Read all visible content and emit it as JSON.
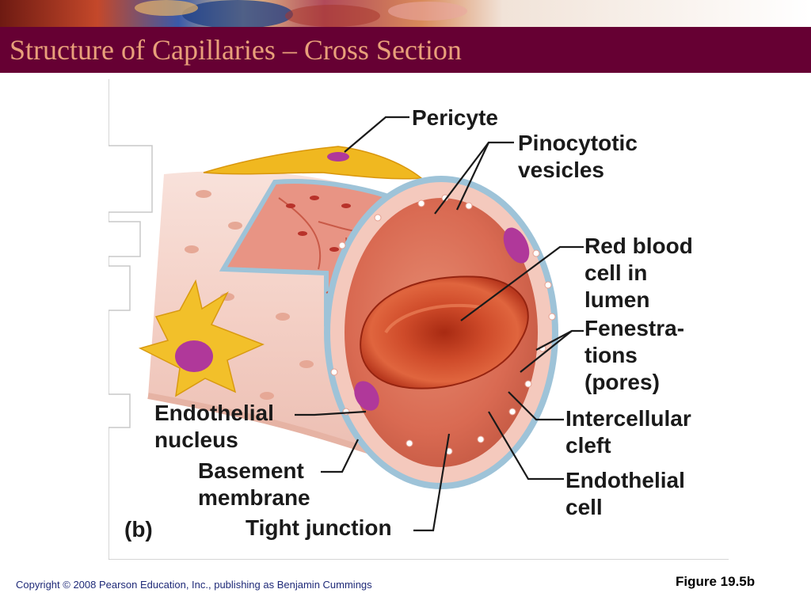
{
  "slide": {
    "title": "Structure of Capillaries – Cross Section",
    "copyright": "Copyright © 2008 Pearson Education, Inc., publishing as Benjamin Cummings",
    "figure_ref": "Figure 19.5b"
  },
  "diagram": {
    "panel_label": "(b)",
    "labels": {
      "pericyte": "Pericyte",
      "pinocytotic_vesicles": "Pinocytotic\nvesicles",
      "red_blood_cell": "Red blood\ncell in\nlumen",
      "fenestrations": "Fenestra-\ntions\n(pores)",
      "intercellular_cleft": "Intercellular\ncleft",
      "endothelial_cell": "Endothelial\ncell",
      "endothelial_nucleus": "Endothelial\nnucleus",
      "basement_membrane": "Basement\nmembrane",
      "tight_junction": "Tight junction"
    }
  },
  "colors": {
    "title_bar": "#660033",
    "title_text": "#e8a07a",
    "copyright_text": "#1f2a78",
    "vessel_wall": "#f2c4b8",
    "lumen": "#d9614a",
    "red_blood_cell": "#c0391e",
    "pericyte": "#f0b820",
    "nucleus": "#b0389a",
    "basement_membrane": "#9ec3d8"
  }
}
